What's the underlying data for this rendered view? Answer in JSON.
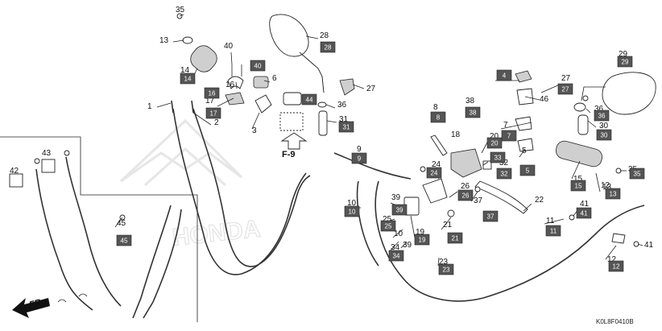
{
  "diagram": {
    "code": "K0L8F0410B",
    "ref": "F-9",
    "arrow_label": "FR.",
    "watermark": "HONDA",
    "parts": [
      {
        "id": "p1",
        "num": "1"
      },
      {
        "id": "p2",
        "num": "2"
      },
      {
        "id": "p3",
        "num": "3"
      },
      {
        "id": "p4",
        "num": "4"
      },
      {
        "id": "p5",
        "num": "5"
      },
      {
        "id": "p6",
        "num": "6"
      },
      {
        "id": "p7",
        "num": "7"
      },
      {
        "id": "p8",
        "num": "8"
      },
      {
        "id": "p9",
        "num": "9"
      },
      {
        "id": "p10a",
        "num": "10"
      },
      {
        "id": "p10b",
        "num": "10"
      },
      {
        "id": "p11",
        "num": "11"
      },
      {
        "id": "p12a",
        "num": "12"
      },
      {
        "id": "p12b",
        "num": "12"
      },
      {
        "id": "p13a",
        "num": "13"
      },
      {
        "id": "p13b",
        "num": "13"
      },
      {
        "id": "p14",
        "num": "14"
      },
      {
        "id": "p15",
        "num": "15"
      },
      {
        "id": "p16",
        "num": "16"
      },
      {
        "id": "p17",
        "num": "17"
      },
      {
        "id": "p18",
        "num": "18"
      },
      {
        "id": "p19",
        "num": "19"
      },
      {
        "id": "p20",
        "num": "20"
      },
      {
        "id": "p21",
        "num": "21"
      },
      {
        "id": "p22",
        "num": "22"
      },
      {
        "id": "p23",
        "num": "23"
      },
      {
        "id": "p24",
        "num": "24"
      },
      {
        "id": "p25",
        "num": "25"
      },
      {
        "id": "p26",
        "num": "26"
      },
      {
        "id": "p27a",
        "num": "27"
      },
      {
        "id": "p27b",
        "num": "27"
      },
      {
        "id": "p28",
        "num": "28"
      },
      {
        "id": "p29",
        "num": "29"
      },
      {
        "id": "p30",
        "num": "30"
      },
      {
        "id": "p31",
        "num": "31"
      },
      {
        "id": "p32",
        "num": "32"
      },
      {
        "id": "p33",
        "num": "33"
      },
      {
        "id": "p34",
        "num": "34"
      },
      {
        "id": "p35a",
        "num": "35"
      },
      {
        "id": "p35b",
        "num": "35"
      },
      {
        "id": "p36a",
        "num": "36"
      },
      {
        "id": "p36b",
        "num": "36"
      },
      {
        "id": "p37",
        "num": "37"
      },
      {
        "id": "p38",
        "num": "38"
      },
      {
        "id": "p39a",
        "num": "39"
      },
      {
        "id": "p39b",
        "num": "39"
      },
      {
        "id": "p40",
        "num": "40"
      },
      {
        "id": "p41a",
        "num": "41"
      },
      {
        "id": "p41b",
        "num": "41"
      },
      {
        "id": "p42",
        "num": "42"
      },
      {
        "id": "p43",
        "num": "43"
      },
      {
        "id": "p45",
        "num": "45"
      },
      {
        "id": "p46",
        "num": "46"
      }
    ],
    "badges": [
      {
        "id": "b4",
        "num": "4"
      },
      {
        "id": "b5",
        "num": "5"
      },
      {
        "id": "b7",
        "num": "7"
      },
      {
        "id": "b8",
        "num": "8"
      },
      {
        "id": "b9",
        "num": "9"
      },
      {
        "id": "b10",
        "num": "10"
      },
      {
        "id": "b11",
        "num": "11"
      },
      {
        "id": "b12",
        "num": "12"
      },
      {
        "id": "b13",
        "num": "13"
      },
      {
        "id": "b14",
        "num": "14"
      },
      {
        "id": "b15",
        "num": "15"
      },
      {
        "id": "b16",
        "num": "16"
      },
      {
        "id": "b17",
        "num": "17"
      },
      {
        "id": "b19",
        "num": "19"
      },
      {
        "id": "b20",
        "num": "20"
      },
      {
        "id": "b21",
        "num": "21"
      },
      {
        "id": "b23",
        "num": "23"
      },
      {
        "id": "b24",
        "num": "24"
      },
      {
        "id": "b25",
        "num": "25"
      },
      {
        "id": "b26",
        "num": "26"
      },
      {
        "id": "b27",
        "num": "27"
      },
      {
        "id": "b28",
        "num": "28"
      },
      {
        "id": "b29",
        "num": "29"
      },
      {
        "id": "b30",
        "num": "30"
      },
      {
        "id": "b31",
        "num": "31"
      },
      {
        "id": "b32",
        "num": "32"
      },
      {
        "id": "b33",
        "num": "33"
      },
      {
        "id": "b34",
        "num": "34"
      },
      {
        "id": "b35",
        "num": "35"
      },
      {
        "id": "b36",
        "num": "36"
      },
      {
        "id": "b37",
        "num": "37"
      },
      {
        "id": "b38",
        "num": "38"
      },
      {
        "id": "b39",
        "num": "39"
      },
      {
        "id": "b40",
        "num": "40"
      },
      {
        "id": "b41",
        "num": "41"
      },
      {
        "id": "b44",
        "num": "44"
      },
      {
        "id": "b45",
        "num": "45"
      }
    ],
    "colors": {
      "badge": "#555555",
      "line": "#222222",
      "watermark": "#e6e6e6"
    }
  }
}
